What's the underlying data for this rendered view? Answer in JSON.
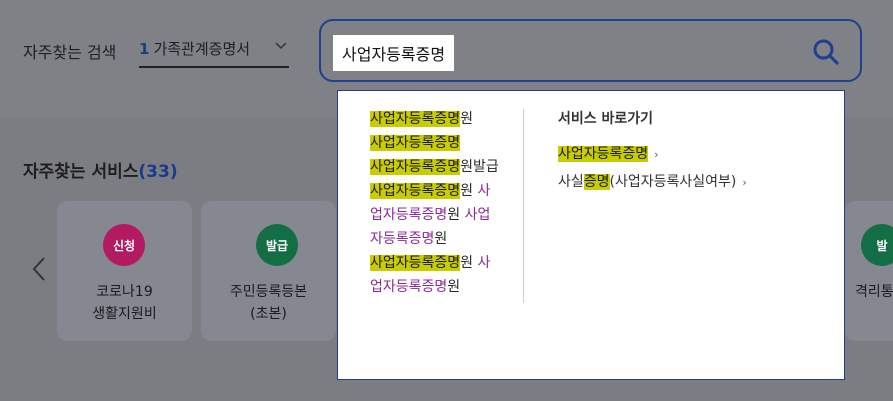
{
  "header": {
    "frequent_label": "자주찾는 검색",
    "frequent_select": {
      "number": "1",
      "value": "가족관계증명서"
    }
  },
  "search": {
    "query": "사업자등록증명"
  },
  "services": {
    "title": "자주찾는 서비스",
    "count": "(33)",
    "cards": [
      {
        "badge": "신청",
        "badge_color": "#b21a62",
        "line1": "코로나19",
        "line2": "생활지원비"
      },
      {
        "badge": "발급",
        "badge_color": "#136e45",
        "line1": "주민등록등본",
        "line2": "(초본)"
      },
      {
        "badge": "발",
        "badge_color": "#136e45",
        "line1": "격리통",
        "line2": ""
      }
    ]
  },
  "dropdown": {
    "suggestions": [
      [
        {
          "t": "사업자등록증명",
          "hl": true
        },
        {
          "t": "원"
        }
      ],
      [
        {
          "t": "사업자등록증명",
          "hl": true
        }
      ],
      [
        {
          "t": "사업자등록증명",
          "hl": true
        },
        {
          "t": "원발급"
        }
      ],
      [
        {
          "t": "사업자등록증명",
          "hl": true
        },
        {
          "t": "원 "
        },
        {
          "t": "사",
          "purple": true
        }
      ],
      [
        {
          "t": "업자등록증명",
          "purple": true
        },
        {
          "t": "원 "
        },
        {
          "t": "사업",
          "purple": true
        }
      ],
      [
        {
          "t": "자등록증명",
          "purple": true
        },
        {
          "t": "원"
        }
      ],
      [
        {
          "t": "사업자등록증명",
          "hl": true
        },
        {
          "t": "원 "
        },
        {
          "t": "사",
          "purple": true
        }
      ],
      [
        {
          "t": "업자등록증명",
          "purple": true
        },
        {
          "t": "원"
        }
      ]
    ],
    "service_title": "서비스 바로가기",
    "service_link1": "사업자등록증명",
    "service_link2_prefix": "사실",
    "service_link2_hl": "증명",
    "service_link2_suffix": "(사업자등록사실여부)"
  }
}
